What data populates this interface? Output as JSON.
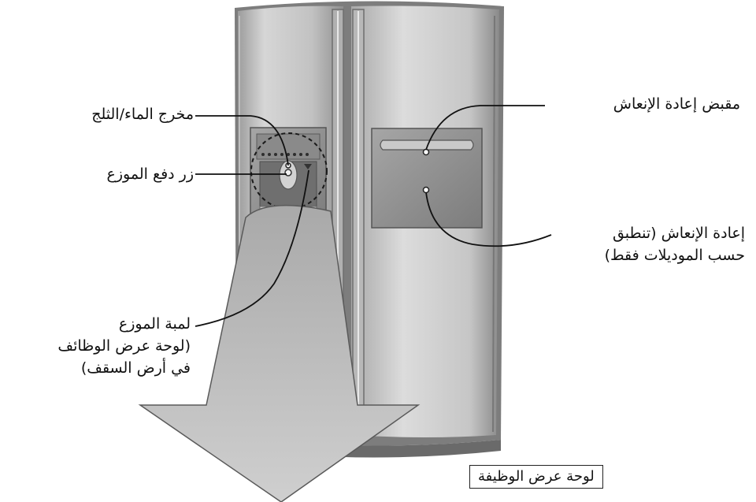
{
  "labels": {
    "water_ice_outlet": "مخرج الماء/الثلج",
    "dispenser_button": "زر دفع الموزع",
    "dispenser_lamp": [
      "لمبة الموزع",
      "(لوحة عرض الوظائف",
      "في أرض السقف)"
    ],
    "refresh_handle": "مقبض إعادة الإنعاش",
    "refresh_note": [
      "إعادة الإنعاش (تنطبق",
      "حسب الموديلات فقط)"
    ],
    "function_panel": "لوحة عرض الوظيفة"
  },
  "colors": {
    "fridge_body": "#c8c8c8",
    "fridge_shade": "#8e8e8e",
    "panel": "#9a9a9a",
    "arrow": "#b9b9b9",
    "leader_line": "#111111"
  }
}
